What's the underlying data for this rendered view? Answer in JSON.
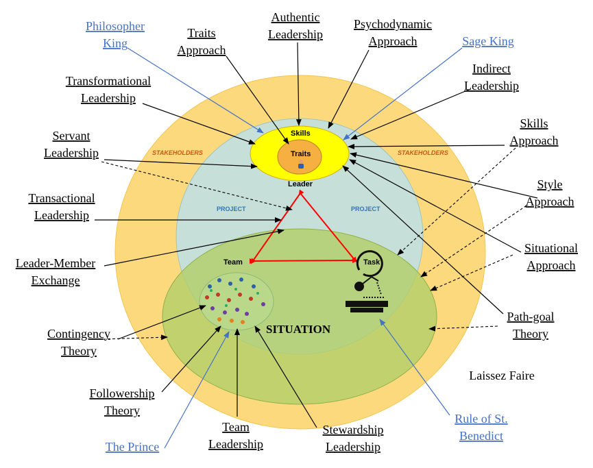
{
  "zones": {
    "stakeholders_left": "STAKEHOLDERS",
    "stakeholders_right": "STAKEHOLDERS",
    "project_left": "PROJECT",
    "project_right": "PROJECT",
    "situation": "SITUATION",
    "skills": "Skills",
    "traits": "Traits",
    "leader": "Leader",
    "team": "Team",
    "task": "Task"
  },
  "labels": {
    "philosopher_king": [
      "Philosopher",
      "King"
    ],
    "traits_approach": [
      "Traits",
      "Approach"
    ],
    "authentic": [
      "Authentic",
      "Leadership"
    ],
    "psychodynamic": [
      "Psychodynamic",
      "Approach"
    ],
    "sage_king": [
      "Sage King"
    ],
    "transformational": [
      "Transformational",
      "Leadership"
    ],
    "indirect": [
      "Indirect",
      "Leadership"
    ],
    "servant": [
      "Servant",
      "Leadership"
    ],
    "skills_approach": [
      "Skills",
      "Approach"
    ],
    "transactional": [
      "Transactional",
      "Leadership"
    ],
    "style_approach": [
      "Style",
      "Approach"
    ],
    "lmx": [
      "Leader-Member",
      "Exchange"
    ],
    "situational": [
      "Situational",
      "Approach"
    ],
    "contingency": [
      "Contingency",
      "Theory"
    ],
    "path_goal": [
      "Path-goal",
      "Theory"
    ],
    "laissez_faire": [
      "Laissez Faire"
    ],
    "followership": [
      "Followership",
      "Theory"
    ],
    "team_leadership": [
      "Team",
      "Leadership"
    ],
    "stewardship": [
      "Stewardship",
      "Leadership"
    ],
    "the_prince": [
      "The Prince"
    ],
    "rule_benedict": [
      "Rule of St.",
      "Benedict"
    ]
  },
  "colors": {
    "outer": "#fdd97e",
    "project": "#c6dfd8",
    "situation": "#b2cf6a",
    "skills": "#ffff00",
    "traits": "#f5b041",
    "triangle": "#ff0000",
    "blue_text": "#4472c4"
  },
  "icons": {
    "leader": "leader-person-icon",
    "team": "team-people-icon",
    "task": "robot-arm-icon"
  }
}
